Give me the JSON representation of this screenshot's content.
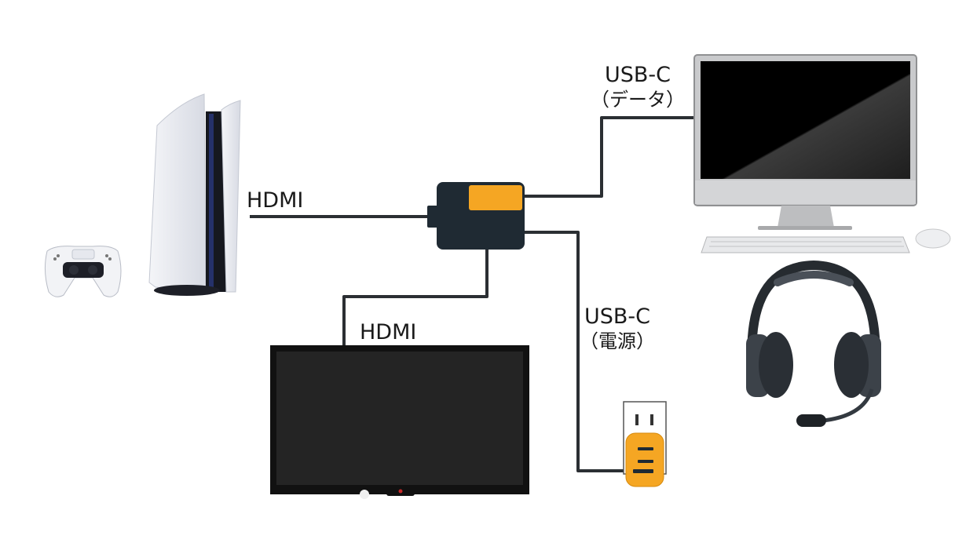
{
  "labels": {
    "hdmi_source": "HDMI",
    "hdmi_tv": "HDMI",
    "usbc_data": {
      "main": "USB-C",
      "sub": "（データ）"
    },
    "usbc_power": {
      "main": "USB-C",
      "sub": "（電源）"
    }
  },
  "devices": [
    {
      "name": "game-controller-icon"
    },
    {
      "name": "game-console-icon"
    },
    {
      "name": "capture-box-icon"
    },
    {
      "name": "desktop-monitor-icon"
    },
    {
      "name": "keyboard-icon"
    },
    {
      "name": "mouse-icon"
    },
    {
      "name": "headset-icon"
    },
    {
      "name": "tv-icon"
    },
    {
      "name": "usb-charger-icon"
    }
  ],
  "colors": {
    "cable": "#2b2f33",
    "accent_orange": "#f5a623",
    "device_dark": "#1f2a33"
  }
}
